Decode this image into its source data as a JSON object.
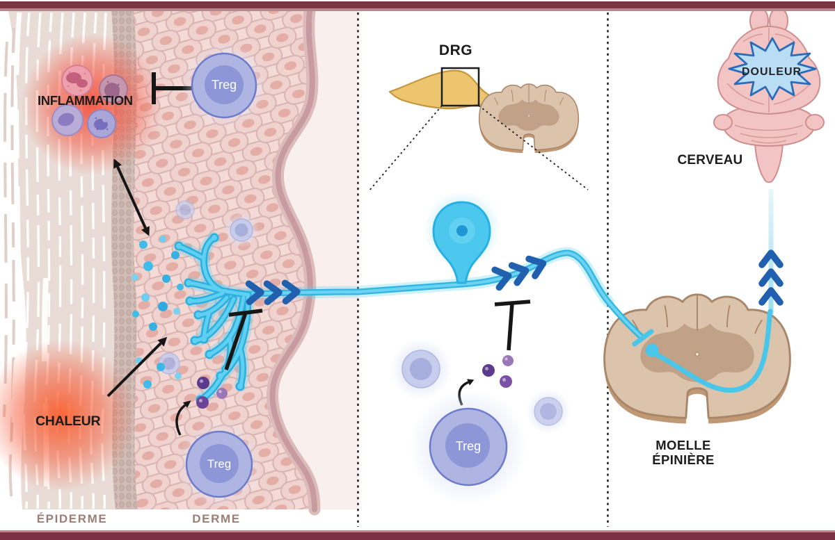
{
  "labels": {
    "inflammation": "INFLAMMATION",
    "chaleur": "CHALEUR",
    "epiderme": "ÉPIDERME",
    "derme": "DERME",
    "treg_skin_top": "Treg",
    "treg_skin_bottom": "Treg",
    "treg_drg": "Treg",
    "drg": "DRG",
    "cerveau": "CERVEAU",
    "douleur": "DOULEUR",
    "moelle_line1": "MOELLE",
    "moelle_line2": "ÉPINIÈRE"
  },
  "palette": {
    "frame_maroon": "#7b3343",
    "frame_accent": "#b8868f",
    "nerve_cyan": "#4cc7eb",
    "chevron_blue": "#2060ae",
    "treg_fill": "#aeb5e3",
    "treg_core": "#8d97d7",
    "inflammation_red": "#f4503c",
    "heat_orange": "#fa5f2d",
    "purple_mediator": "#5c3a8e",
    "blue_mediator": "#3cb7e6",
    "skin_pink": "#f3d9d6",
    "pale_zone": "#f9efec",
    "cord_tan": "#dcc3ab",
    "cord_gray_matter": "#c1a288",
    "brain_pink": "#f2c5c4",
    "drg_yellow": "#eec56f",
    "starburst_blue": "#b9ddf5",
    "skin_label_brown": "#9c7e75",
    "ink_black": "#1c1c1c"
  },
  "symbols": {
    "inhibition_bar": "T-bar (blunt-end inhibition)",
    "signal_chevrons": "»» action-potential chevrons",
    "bidirectional_arrow": "double-headed arrow",
    "release_arrow": "curved release arrow",
    "magnifier_box": "dotted zoom-inset lines"
  }
}
